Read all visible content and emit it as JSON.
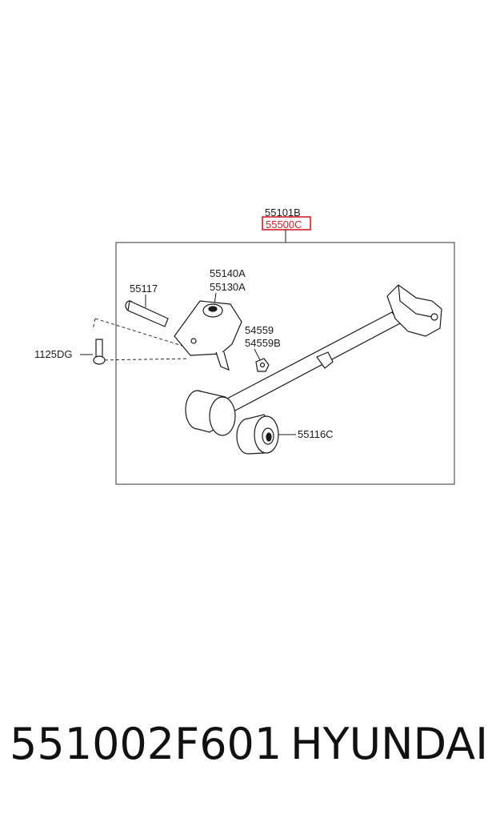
{
  "diagram": {
    "callouts": {
      "assembly": "55101B",
      "assembly_highlighted": "55500C",
      "bracket_a": "55140A",
      "bracket_b": "55130A",
      "bolt": "55117",
      "screw": "1125DG",
      "nut_a": "54559",
      "nut_b": "54559B",
      "bushing": "55116C"
    },
    "colors": {
      "line": "#1a1a1a",
      "highlight": "#d0202a"
    }
  },
  "footer": {
    "part_number": "551002F601",
    "brand": "HYUNDAI"
  }
}
